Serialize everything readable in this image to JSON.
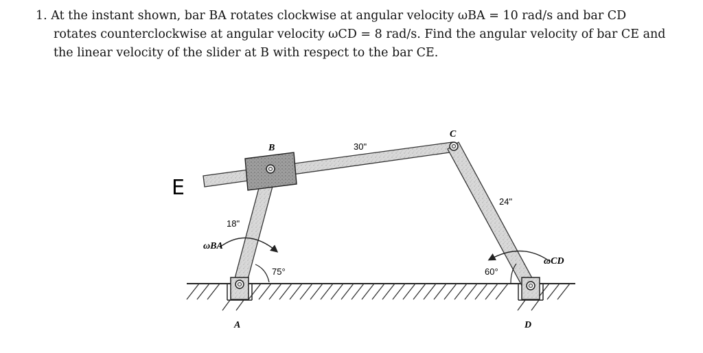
{
  "problem": {
    "line1": "1. At the instant shown, bar BA rotates clockwise at angular velocity ωBA = 10 rad/s and bar CD",
    "line2": "rotates counterclockwise at angular velocity ωCD = 8 rad/s. Find the angular velocity of bar CE and",
    "line3": "the linear velocity of the slider at B with respect to the bar CE."
  },
  "diagram": {
    "label_e": "E",
    "label_b": "B",
    "label_c": "C",
    "label_a": "A",
    "label_d": "D",
    "label_omega_ba": "ωBA",
    "label_omega_cd": "ωCD",
    "dim_ce": "30\"",
    "dim_ab": "18\"",
    "dim_cd": "24\"",
    "angle_a": "75°",
    "angle_d": "60°",
    "colors": {
      "bar_fill": "#d6d6d6",
      "slider_fill": "#a9a9a9",
      "ink": "#222222"
    }
  }
}
